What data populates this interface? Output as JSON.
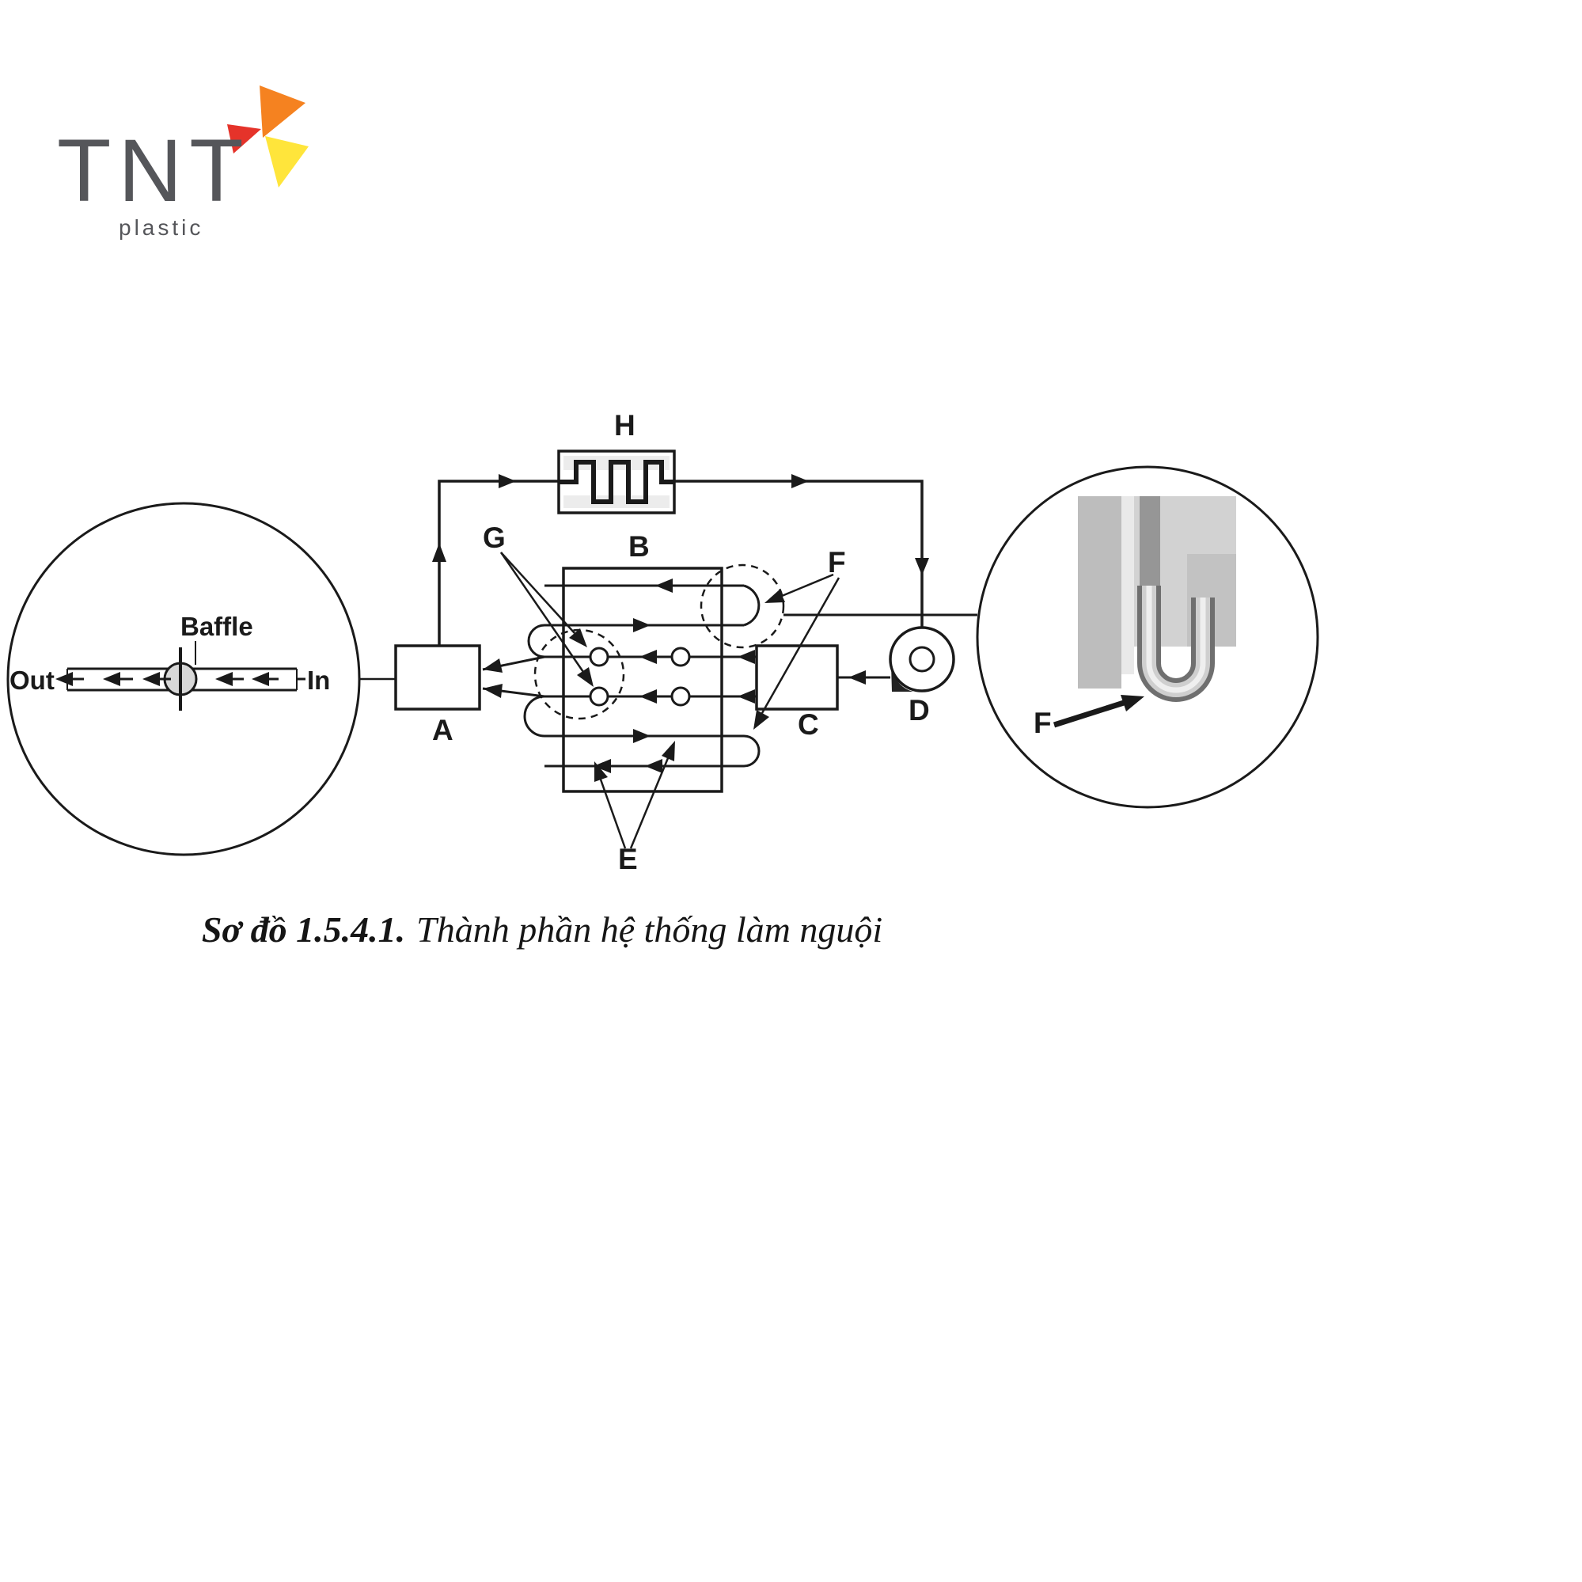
{
  "logo": {
    "name": "TNT",
    "tagline": "plastic",
    "colors": {
      "orange": "#f58220",
      "red": "#e5332a",
      "yellow": "#ffe53b"
    }
  },
  "diagram": {
    "component_labels": {
      "a": "A",
      "b": "B",
      "c": "C",
      "d": "D",
      "e": "E",
      "f": "F",
      "g": "G",
      "h": "H"
    },
    "left_detail": {
      "baffle_label": "Baffle",
      "out_label": "Out",
      "in_label": "In"
    },
    "right_detail": {
      "f_label": "F"
    }
  },
  "caption": {
    "label": "Sơ đồ 1.5.4.1.",
    "title": "Thành phần hệ thống làm nguội"
  }
}
